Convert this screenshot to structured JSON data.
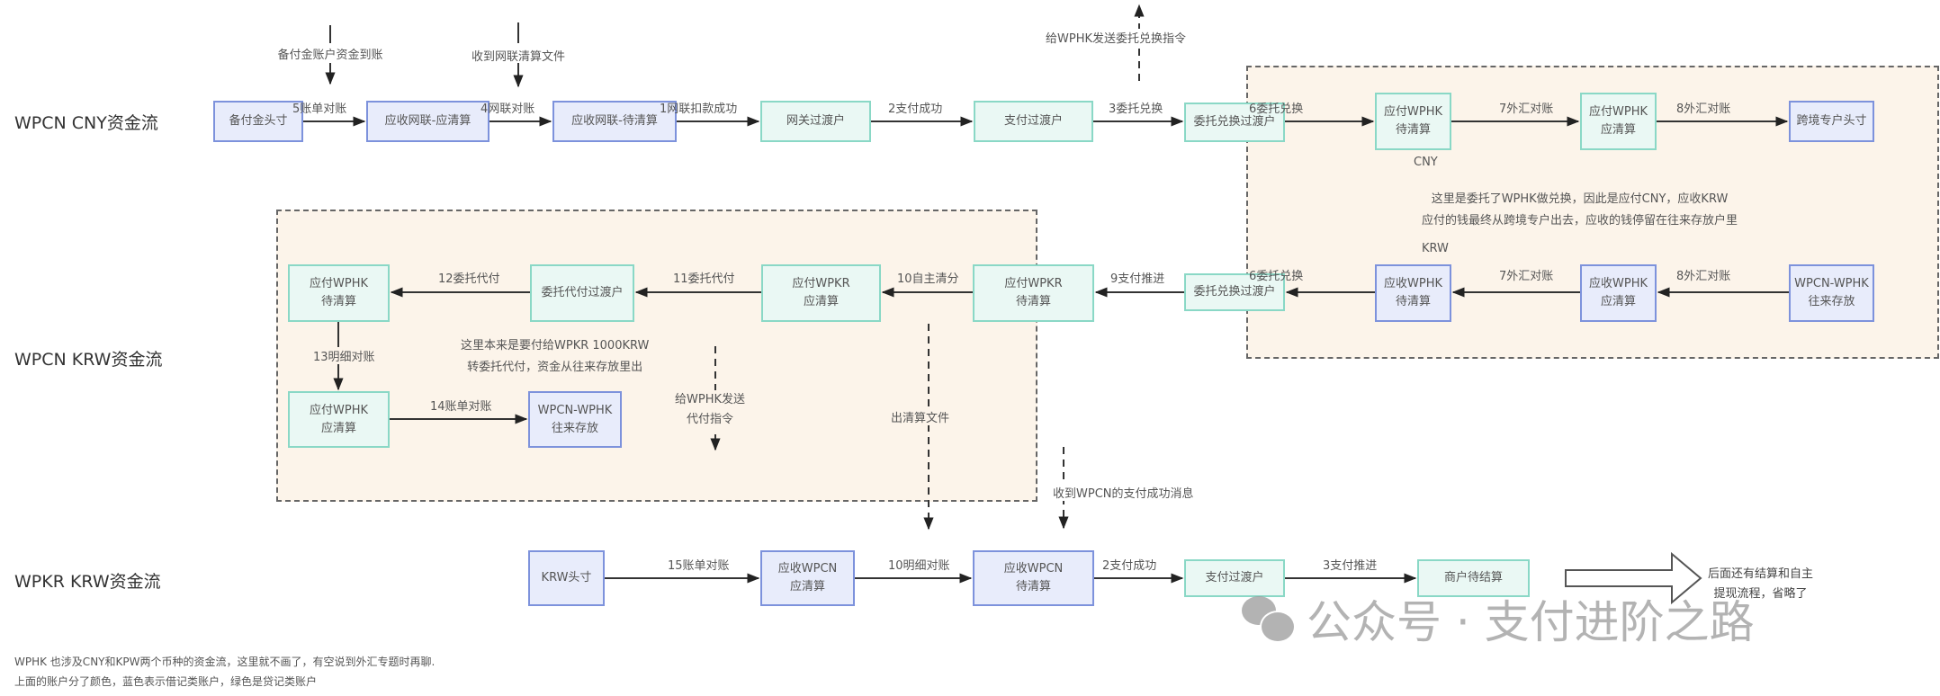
{
  "rows": {
    "wpcn_cny": "WPCN CNY资金流",
    "wpcn_krw": "WPCN KRW资金流",
    "wpkr_krw": "WPKR KRW资金流"
  },
  "legend_colors": {
    "debit_account": "#7d92dc",
    "credit_account": "#8ad8c6",
    "region_fill": "#fcf4ea"
  },
  "nodes": {
    "cny_reserve_position": "备付金头寸",
    "cny_recv_netunion_due": "应收网联-应清算",
    "cny_recv_netunion_pending": "应收网联-待清算",
    "cny_gateway_transit": "网关过渡户",
    "cny_payment_transit": "支付过渡户",
    "cny_exchange_transit": "委托兑换过渡户",
    "cny_pay_wphk_pending": "应付WPHK\n待清算",
    "cny_pay_wphk_due": "应付WPHK\n应清算",
    "cny_crossborder_position": "跨境专户头寸",
    "krw_pay_wphk_pending": "应付WPHK\n待清算",
    "krw_agent_pay_transit": "委托代付过渡户",
    "krw_pay_wpkr_due": "应付WPKR\n应清算",
    "krw_pay_wpkr_pending": "应付WPKR\n待清算",
    "krw_exchange_transit": "委托兑换过渡户",
    "krw_recv_wphk_pending": "应收WPHK\n待清算",
    "krw_recv_wphk_due": "应收WPHK\n应清算",
    "krw_wpcn_wphk_nostro": "WPCN-WPHK\n往来存放",
    "krw_pay_wphk_due": "应付WPHK\n应清算",
    "krw_wpcn_wphk_nostro2": "WPCN-WPHK\n往来存放",
    "wpkr_krw_position": "KRW头寸",
    "wpkr_recv_wpcn_due": "应收WPCN\n应清算",
    "wpkr_recv_wpcn_pending": "应收WPCN\n待清算",
    "wpkr_payment_transit": "支付过渡户",
    "wpkr_merchant_pending": "商户待结算"
  },
  "edges": {
    "e5_bill_recon": "5账单对账",
    "e4_netunion_recon": "4网联对账",
    "e1_netunion_debit": "1网联扣款成功",
    "e2_pay_success": "2支付成功",
    "e3_exchange": "3委托兑换",
    "e6_exchange": "6委托兑换",
    "e7_fx_recon": "7外汇对账",
    "e8_fx_recon": "8外汇对账",
    "e6_exchange_b": "6委托兑换",
    "e7_fx_recon_b": "7外汇对账",
    "e8_fx_recon_b": "8外汇对账",
    "e9_pay_push": "9支付推进",
    "e10_self_clear": "10自主清分",
    "e11_agent_pay": "11委托代付",
    "e12_agent_pay": "12委托代付",
    "e13_detail_recon": "13明细对账",
    "e14_bill_recon": "14账单对账",
    "e15_bill_recon": "15账单对账",
    "e10_detail_recon": "10明细对账",
    "e2_pay_success_b": "2支付成功",
    "e3_pay_push": "3支付推进"
  },
  "annotations": {
    "reserve_funds_arrived": "备付金账户资金到账",
    "netunion_file_received": "收到网联清算文件",
    "send_exchange_instruction": "给WPHK发送委托兑换指令",
    "currency_cny": "CNY",
    "currency_krw": "KRW",
    "exchange_note_line1": "这里是委托了WPHK做兑换，因此是应付CNY，应收KRW",
    "exchange_note_line2": "应付的钱最终从跨境专户出去，应收的钱停留在往来存放户里",
    "agent_pay_note_line1": "这里本来是要付给WPKR 1000KRW",
    "agent_pay_note_line2": "转委托代付，资金从往来存放里出",
    "send_agent_pay_instruction_line1": "给WPHK发送",
    "send_agent_pay_instruction_line2": "代付指令",
    "clearing_file_out": "出清算文件",
    "wpcn_pay_success_msg": "收到WPCN的支付成功消息",
    "omitted_line1": "后面还有结算和自主",
    "omitted_line2": "提现流程，省略了"
  },
  "footnotes": [
    "WPHK 也涉及CNY和KPW两个币种的资金流，这里就不画了，有空说到外汇专题时再聊.",
    "上面的账户分了颜色，蓝色表示借记类账户，绿色是贷记类账户"
  ],
  "watermark": "公众号 · 支付进阶之路"
}
